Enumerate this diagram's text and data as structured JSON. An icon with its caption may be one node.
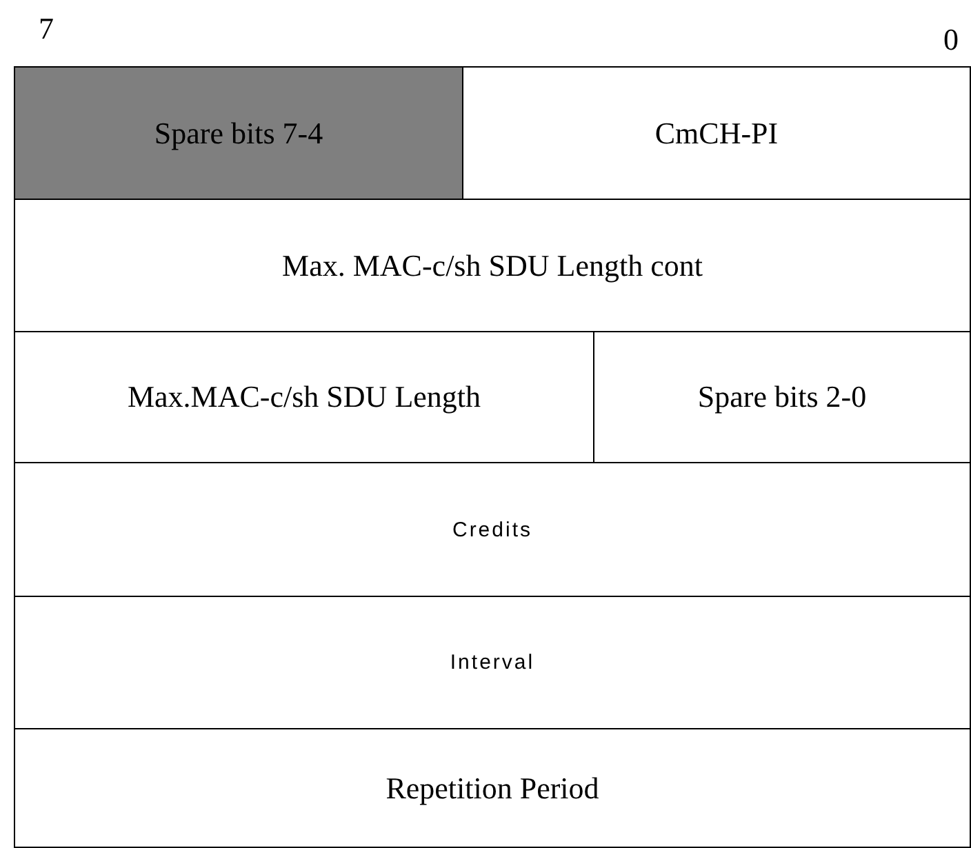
{
  "diagram": {
    "nodes": [
      {
        "text": [
          "Spare bits 7-4"
        ]
      },
      {
        "text": [
          "CmCH-PI"
        ]
      },
      {
        "text": [
          "Max. MAC-c/sh SDU Length cont"
        ]
      },
      {
        "text": [
          "Max.MAC-c/sh SDU Length"
        ]
      },
      {
        "text": [
          "Spare bits 2-0"
        ]
      },
      {
        "text": [
          "Credits"
        ]
      },
      {
        "text": [
          "Interval"
        ]
      },
      {
        "text": [
          "Repetition Period"
        ]
      }
    ],
    "labels": [
      "7",
      "0"
    ]
  }
}
